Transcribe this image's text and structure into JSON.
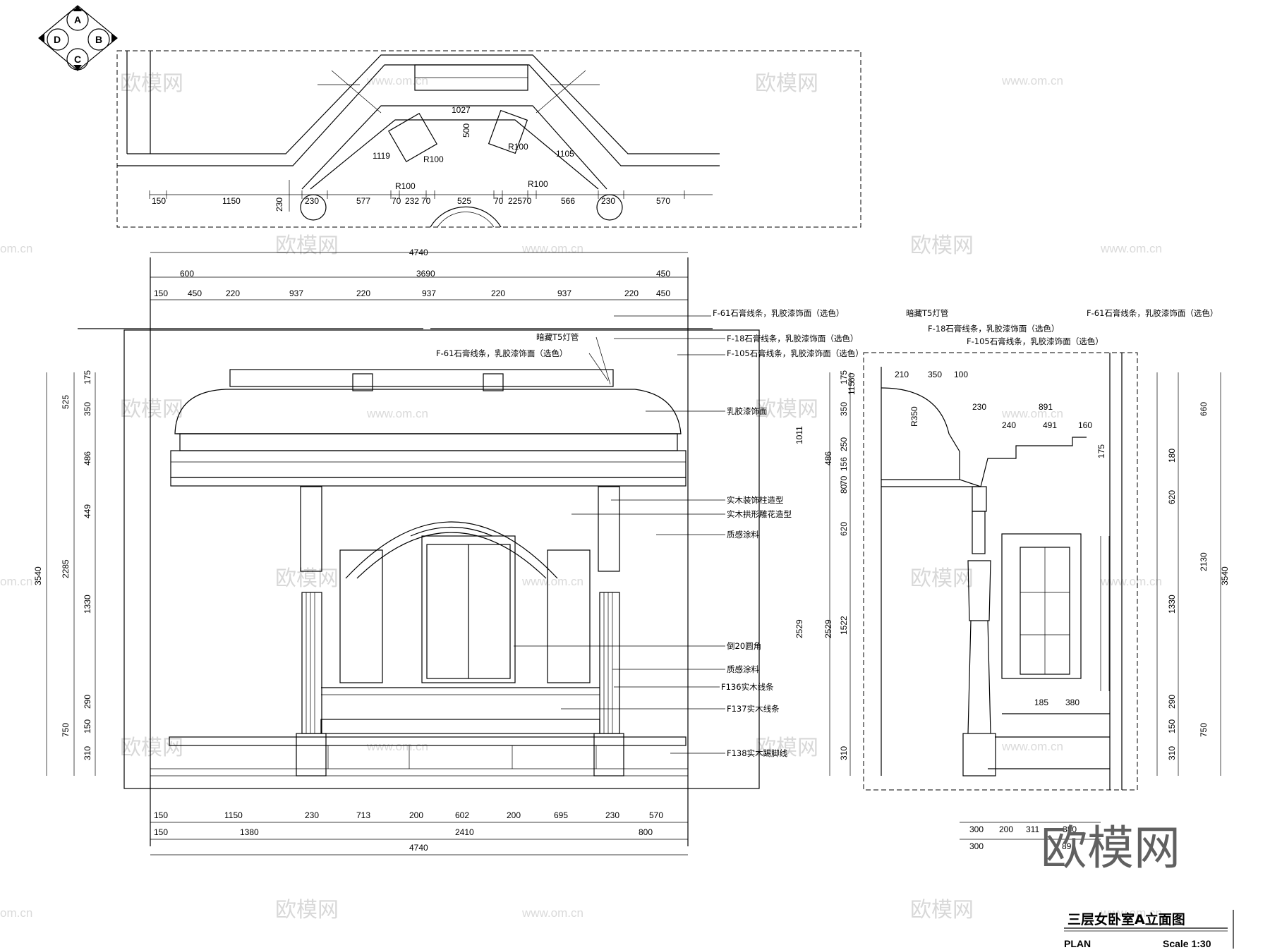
{
  "compass": {
    "n": "A",
    "e": "B",
    "s": "C",
    "w": "D"
  },
  "title": {
    "main": "三层女卧室A立面图",
    "plan": "PLAN",
    "scale": "Scale 1:30"
  },
  "watermark": {
    "big": "欧模网",
    "small": "欧模网",
    "url": "www.om.cn",
    "url_cut": "om.cn"
  },
  "plan_dims": {
    "row": [
      "150",
      "1150",
      "230",
      "577",
      "70",
      "232",
      "70",
      "525",
      "70",
      "225",
      "70",
      "566",
      "230",
      "570"
    ],
    "left": "230",
    "inner": [
      "1027",
      "500",
      "1119",
      "1105",
      "R100",
      "R100",
      "R100",
      "R100"
    ]
  },
  "elev_top_dims": {
    "total": "4740",
    "row1": [
      "600",
      "3690",
      "450"
    ],
    "row2": [
      "150",
      "450",
      "220",
      "937",
      "220",
      "937",
      "220",
      "937",
      "220",
      "450"
    ]
  },
  "elev_bottom_dims": {
    "row1": [
      "150",
      "1150",
      "230",
      "713",
      "200",
      "602",
      "200",
      "695",
      "230",
      "570"
    ],
    "row2": [
      "150",
      "1380",
      "2410",
      "800"
    ],
    "total": "4740"
  },
  "elev_left_dims": {
    "outer": "3540",
    "mid": [
      "525",
      "2285",
      "750"
    ],
    "inner": [
      "175",
      "350",
      "486",
      "449",
      "1330",
      "290",
      "150",
      "310"
    ]
  },
  "elev_labels": [
    "F-61石膏线条，乳胶漆饰面（选色）",
    "F-18石膏线条，乳胶漆饰面（选色）",
    "F-105石膏线条，乳胶漆饰面（选色）",
    "乳胶漆饰面",
    "实木装饰柱造型",
    "实木拱形雕花造型",
    "质感涂料",
    "倒20圆角",
    "质感涂料",
    "F136实木线条",
    "F137实木线条",
    "F138实木踢脚线",
    "暗藏T5灯管",
    "F-61石膏线条，乳胶漆饰面（选色）"
  ],
  "sec_labels": [
    "暗藏T5灯管",
    "F-18石膏线条，乳胶漆饰面（选色）",
    "F-105石膏线条，乳胶漆饰面（选色）",
    "F-61石膏线条，乳胶漆饰面（选色）"
  ],
  "sec_dims": {
    "top": [
      "210",
      "350",
      "100",
      "230",
      "891",
      "240",
      "491",
      "160",
      "185",
      "380"
    ],
    "radius": "R350",
    "left": [
      "175",
      "350",
      "250",
      "156",
      "70",
      "80",
      "620",
      "1522",
      "310",
      "60",
      "115",
      "1011",
      "486",
      "2529",
      "2529"
    ],
    "right_inner": [
      "175",
      "180",
      "620",
      "1330",
      "290",
      "150",
      "310"
    ],
    "right_outer": [
      "660",
      "2130",
      "750",
      "3540"
    ],
    "bottom1": [
      "300",
      "200",
      "311",
      "380"
    ],
    "bottom2": [
      "300",
      "891"
    ]
  }
}
